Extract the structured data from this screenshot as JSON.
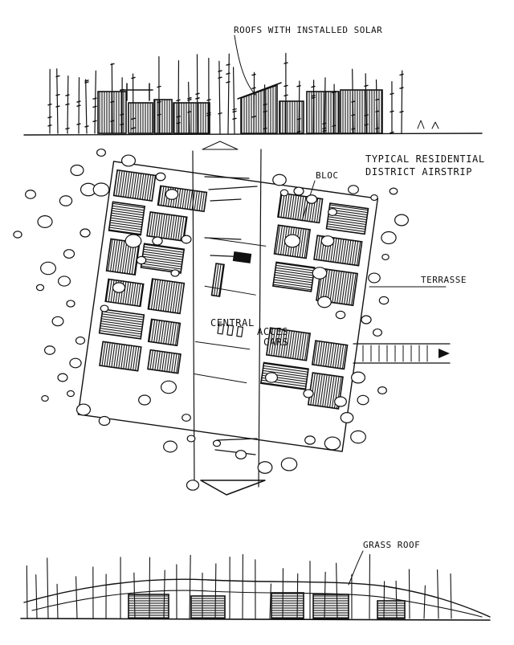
{
  "labels": {
    "roofs_solar": "ROOFS WITH INSTALLED SOLAR",
    "typical_line1": "TYPICAL RESIDENTIAL",
    "typical_line2": "DISTRICT AIRSTRIP",
    "bloc": "BLOC",
    "terrasse": "TERRASSE",
    "central_line1": "CENTRAL",
    "central_line2": "ACCES",
    "central_line3": "CARS",
    "grass_roof": "GRASS ROOF"
  },
  "colors": {
    "ink": "#111111",
    "paper": "#ffffff"
  },
  "icons": [
    "arrow-right-icon",
    "arrow-up-icon",
    "arrow-down-icon"
  ]
}
